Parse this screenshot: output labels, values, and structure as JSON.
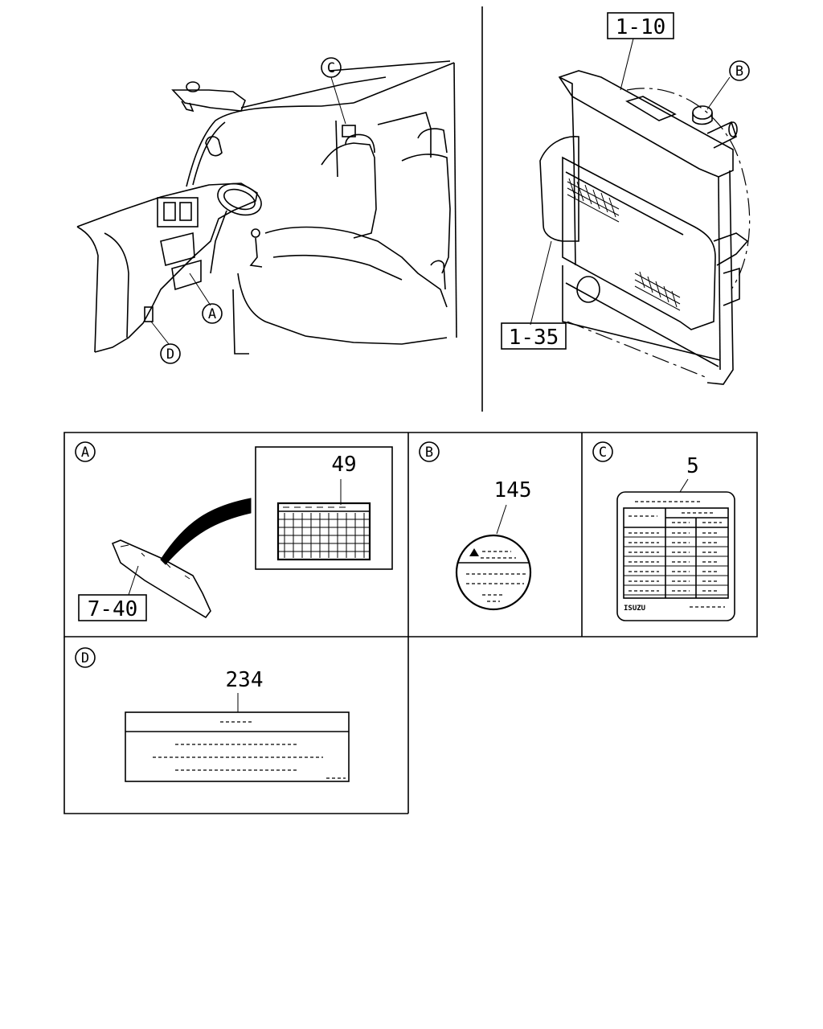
{
  "callouts": {
    "cab_A": "A",
    "cab_C": "C",
    "cab_D": "D",
    "rad_B": "B",
    "ref_1_10": "1-10",
    "ref_1_35": "1-35"
  },
  "panels": {
    "A": {
      "letter": "A",
      "part_number": "49",
      "ref_label": "7-40"
    },
    "B": {
      "letter": "B",
      "part_number": "145"
    },
    "C": {
      "letter": "C",
      "part_number": "5",
      "brand": "ISUZU"
    },
    "D": {
      "letter": "D",
      "part_number": "234"
    }
  }
}
